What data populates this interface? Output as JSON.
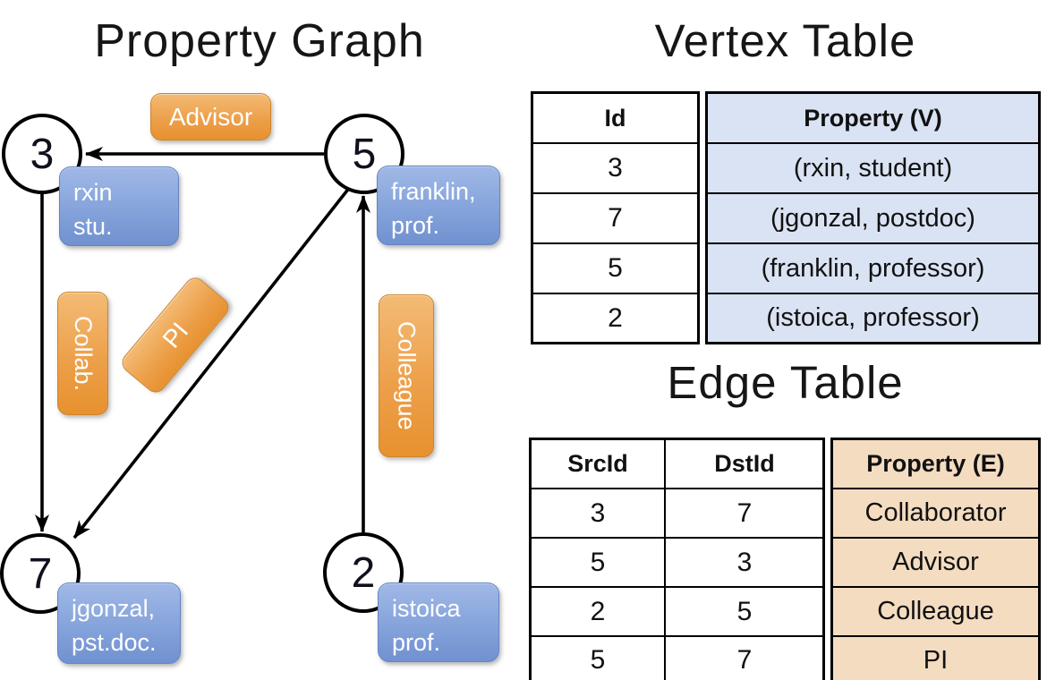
{
  "graph": {
    "title": "Property Graph",
    "nodes": [
      {
        "id": "3",
        "label_lines": [
          "rxin",
          "stu."
        ]
      },
      {
        "id": "5",
        "label_lines": [
          "franklin,",
          "prof."
        ]
      },
      {
        "id": "7",
        "label_lines": [
          "jgonzal,",
          "pst.doc."
        ]
      },
      {
        "id": "2",
        "label_lines": [
          "istoica",
          "prof."
        ]
      }
    ],
    "edges": [
      {
        "label": "Advisor",
        "src": "5",
        "dst": "3"
      },
      {
        "label": "Collab.",
        "src": "3",
        "dst": "7"
      },
      {
        "label": "PI",
        "src": "5",
        "dst": "7"
      },
      {
        "label": "Colleague",
        "src": "2",
        "dst": "5"
      }
    ]
  },
  "vertex_table": {
    "title": "Vertex Table",
    "columns": [
      "Id",
      "Property (V)"
    ],
    "rows": [
      {
        "id": "3",
        "property": "(rxin, student)"
      },
      {
        "id": "7",
        "property": "(jgonzal, postdoc)"
      },
      {
        "id": "5",
        "property": "(franklin, professor)"
      },
      {
        "id": "2",
        "property": "(istoica, professor)"
      }
    ]
  },
  "edge_table": {
    "title": "Edge Table",
    "columns": [
      "SrcId",
      "DstId",
      "Property (E)"
    ],
    "rows": [
      {
        "src": "3",
        "dst": "7",
        "property": "Collaborator"
      },
      {
        "src": "5",
        "dst": "3",
        "property": "Advisor"
      },
      {
        "src": "2",
        "dst": "5",
        "property": "Colleague"
      },
      {
        "src": "5",
        "dst": "7",
        "property": "PI"
      }
    ]
  },
  "colors": {
    "edge_label_fill": "#eda04a",
    "vertex_label_fill": "#88a6dc",
    "vertex_property_bg": "#dae3f3",
    "edge_property_bg": "#f4dcc1",
    "line_and_border": "#000000",
    "label_text": "#ffffff"
  }
}
